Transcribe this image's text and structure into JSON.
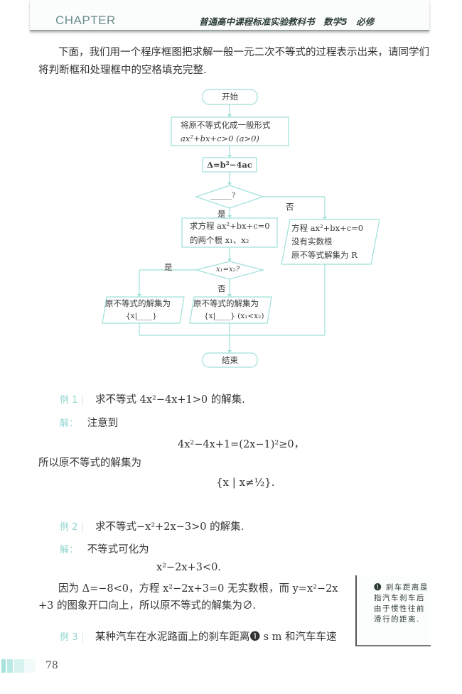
{
  "header": {
    "chapter_label": "CHAPTER",
    "book_title": "普通高中课程标准实验教科书　数学5　必修"
  },
  "intro": {
    "text": "下面，我们用一个程序框图把求解一般一元二次不等式的过程表示出来，请同学们将判断框和处理框中的空格填充完整."
  },
  "flowchart": {
    "start": "开始",
    "normalize_line1": "将原不等式化成一般形式",
    "normalize_line2": "ax²+bx+c>0 (a>0)",
    "discriminant": "Δ=b²−4ac",
    "decision1": "______?",
    "yes1": "是",
    "no1": "否",
    "roots_line1": "求方程 ax²+bx+c=0",
    "roots_line2": "的两个根 x₁、x₂",
    "noroot_line1": "方程 ax²+bx+c=0",
    "noroot_line2": "没有实数根",
    "noroot_line3": "原不等式解集为 R",
    "decision2": "x₁=x₂?",
    "yes2": "是",
    "no2": "否",
    "equal_line1": "原不等式的解集为",
    "equal_line2": "{x|____}",
    "unequal_line1": "原不等式的解集为",
    "unequal_line2": "{x|____} (x₁<x₂)",
    "end": "结束",
    "line_color": "#9fe0d8"
  },
  "example1": {
    "label": "例 1",
    "question": "求不等式 4x²−4x+1>0 的解集.",
    "solution_label": "解：",
    "solution_intro": "注意到",
    "equation": "4x²−4x+1=(2x−1)²≥0，",
    "conclusion": "所以原不等式的解集为",
    "answer": "{x | x≠½}."
  },
  "example2": {
    "label": "例 2",
    "question": "求不等式−x²+2x−3>0 的解集.",
    "solution_label": "解：",
    "solution_intro": "不等式可化为",
    "equation": "x²−2x+3<0.",
    "reason_line1": "因为 Δ=−8<0，方程 x²−2x+3=0 无实数根，而 y=x²−2x",
    "reason_line2": "+3 的图象开口向上，所以原不等式的解集为∅."
  },
  "example3": {
    "label": "例 3",
    "question": "某种汽车在水泥路面上的刹车距离❶ s m 和汽车车速"
  },
  "sidenote": {
    "text": "❶ 刹车距离是指汽车刹车后由于惯性往前滑行的距离."
  },
  "footer": {
    "page_number": "78",
    "accent_color": "#a7e3dc"
  }
}
